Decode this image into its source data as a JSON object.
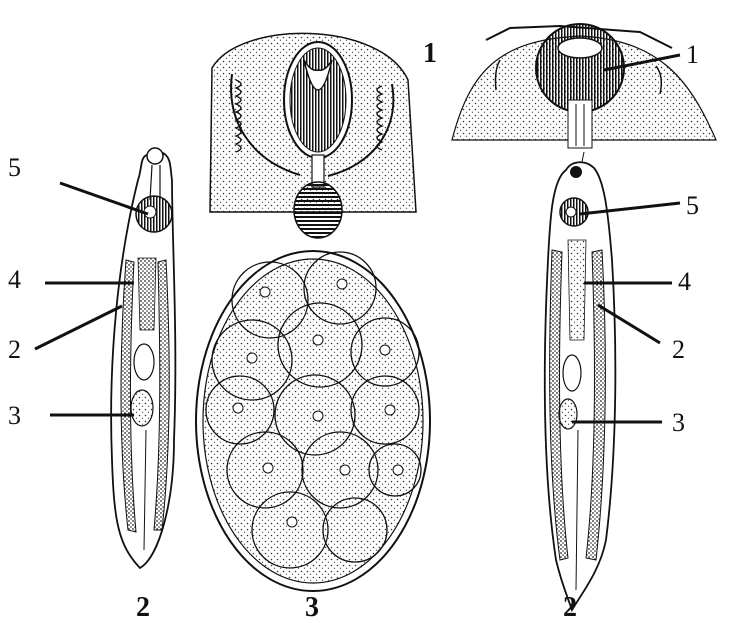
{
  "figure_labels": {
    "head_right": "1",
    "worm_left": "2",
    "egg": "3",
    "worm_right": "2"
  },
  "callouts": {
    "left": [
      "5",
      "4",
      "2",
      "3"
    ],
    "right": [
      "1",
      "5",
      "4",
      "2",
      "3"
    ]
  },
  "colors": {
    "ink": "#111111",
    "stipple": "#333333",
    "paper": "#ffffff"
  }
}
